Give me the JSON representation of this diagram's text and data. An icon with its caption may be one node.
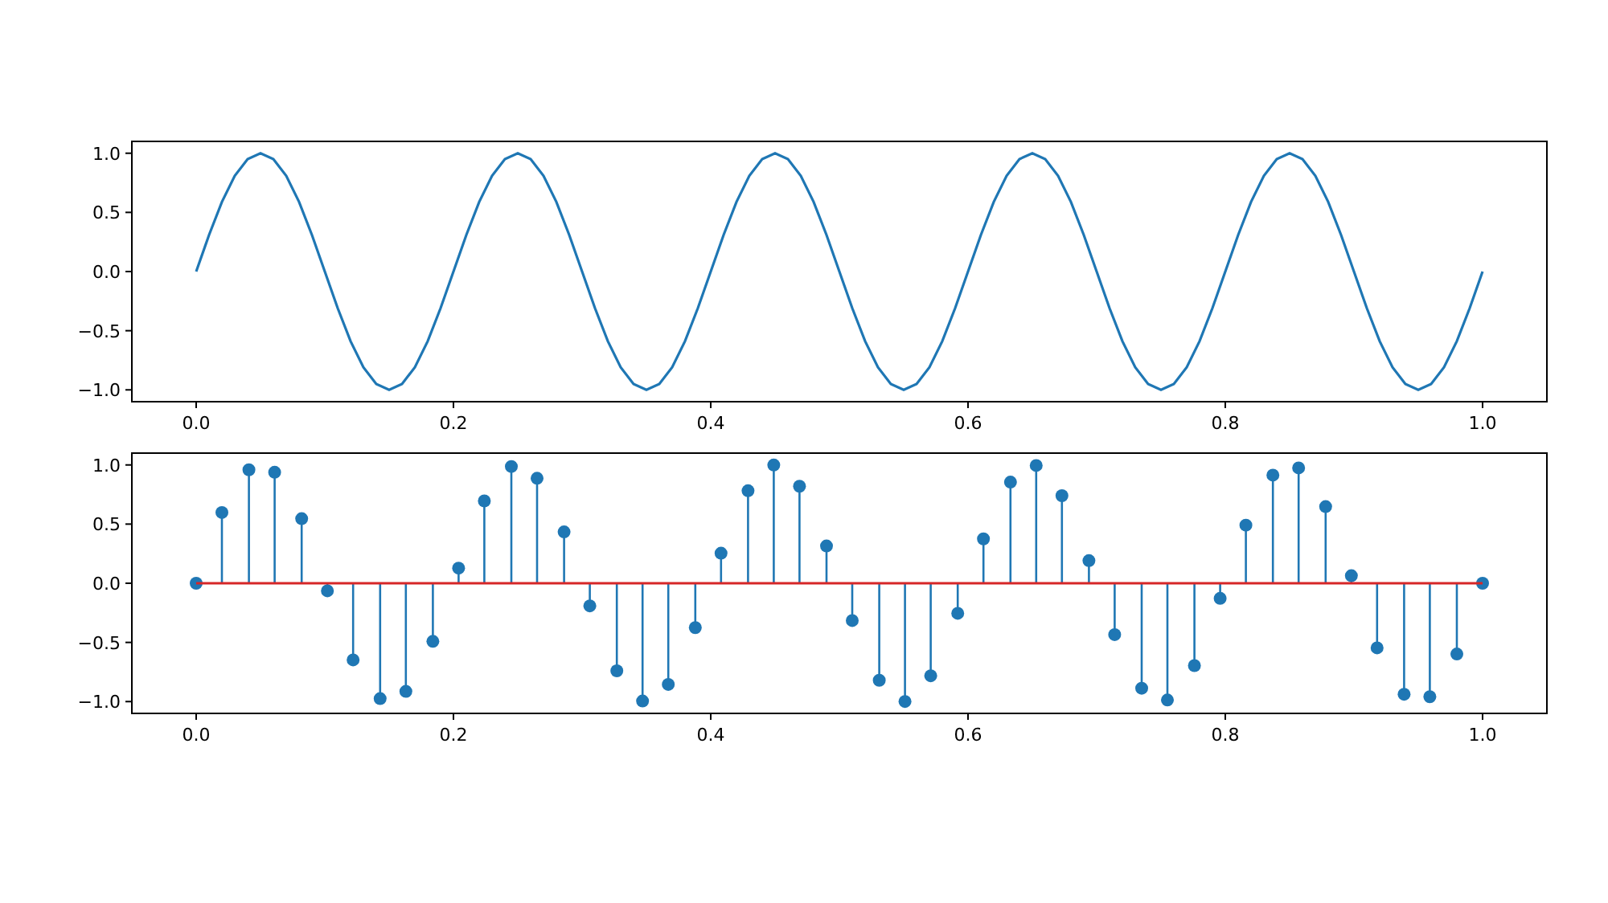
{
  "diagram": {
    "chart_data": [
      {
        "type": "line",
        "x": [
          0,
          0.01,
          0.02,
          0.03,
          0.04,
          0.05,
          0.06,
          0.07,
          0.08,
          0.09,
          0.1,
          0.11,
          0.12,
          0.13,
          0.14,
          0.15,
          0.16,
          0.17,
          0.18,
          0.19,
          0.2,
          0.21,
          0.22,
          0.23,
          0.24,
          0.25,
          0.26,
          0.27,
          0.28,
          0.29,
          0.3,
          0.31,
          0.32,
          0.33,
          0.34,
          0.35,
          0.36,
          0.37,
          0.38,
          0.39,
          0.4,
          0.41,
          0.42,
          0.43,
          0.44,
          0.45,
          0.46,
          0.47,
          0.48,
          0.49,
          0.5,
          0.51,
          0.52,
          0.53,
          0.54,
          0.55,
          0.56,
          0.57,
          0.58,
          0.59,
          0.6,
          0.61,
          0.62,
          0.63,
          0.64,
          0.65,
          0.66,
          0.67,
          0.68,
          0.69,
          0.7,
          0.71,
          0.72,
          0.73,
          0.74,
          0.75,
          0.76,
          0.77,
          0.78,
          0.79,
          0.8,
          0.81,
          0.82,
          0.83,
          0.84,
          0.85,
          0.86,
          0.87,
          0.88,
          0.89,
          0.9,
          0.91,
          0.92,
          0.93,
          0.94,
          0.95,
          0.96,
          0.97,
          0.98,
          0.99,
          1
        ],
        "series": [
          {
            "color": "#1f77b4",
            "values": [
              0,
              0.309,
              0.588,
              0.809,
              0.951,
              1,
              0.951,
              0.809,
              0.588,
              0.309,
              0,
              -0.309,
              -0.588,
              -0.809,
              -0.951,
              -1,
              -0.951,
              -0.809,
              -0.588,
              -0.309,
              0,
              0.309,
              0.588,
              0.809,
              0.951,
              1,
              0.951,
              0.809,
              0.588,
              0.309,
              0,
              -0.309,
              -0.588,
              -0.809,
              -0.951,
              -1,
              -0.951,
              -0.809,
              -0.588,
              -0.309,
              0,
              0.309,
              0.588,
              0.809,
              0.951,
              1,
              0.951,
              0.809,
              0.588,
              0.309,
              0,
              -0.309,
              -0.588,
              -0.809,
              -0.951,
              -1,
              -0.951,
              -0.809,
              -0.588,
              -0.309,
              0,
              0.309,
              0.588,
              0.809,
              0.951,
              1,
              0.951,
              0.809,
              0.588,
              0.309,
              0,
              -0.309,
              -0.588,
              -0.809,
              -0.951,
              -1,
              -0.951,
              -0.809,
              -0.588,
              -0.309,
              0,
              0.309,
              0.588,
              0.809,
              0.951,
              1,
              0.951,
              0.809,
              0.588,
              0.309,
              0,
              -0.309,
              -0.588,
              -0.809,
              -0.951,
              -1,
              -0.951,
              -0.809,
              -0.588,
              -0.309,
              0
            ]
          }
        ],
        "xlim": [
          -0.05,
          1.05
        ],
        "ylim": [
          -1.1,
          1.1
        ],
        "xticks": [
          {
            "value": 0,
            "label": "0.0"
          },
          {
            "value": 0.2,
            "label": "0.2"
          },
          {
            "value": 0.4,
            "label": "0.4"
          },
          {
            "value": 0.6,
            "label": "0.6"
          },
          {
            "value": 0.8,
            "label": "0.8"
          },
          {
            "value": 1,
            "label": "1.0"
          }
        ],
        "yticks": [
          {
            "value": -1,
            "label": "−1.0"
          },
          {
            "value": -0.5,
            "label": "−0.5"
          },
          {
            "value": 0,
            "label": "0.0"
          },
          {
            "value": 0.5,
            "label": "0.5"
          },
          {
            "value": 1,
            "label": "1.0"
          }
        ]
      },
      {
        "type": "scatter",
        "x": [
          0,
          0.02,
          0.041,
          0.061,
          0.082,
          0.102,
          0.122,
          0.143,
          0.163,
          0.184,
          0.204,
          0.224,
          0.245,
          0.265,
          0.286,
          0.306,
          0.327,
          0.347,
          0.367,
          0.388,
          0.408,
          0.429,
          0.449,
          0.469,
          0.49,
          0.51,
          0.531,
          0.551,
          0.571,
          0.592,
          0.612,
          0.633,
          0.653,
          0.673,
          0.694,
          0.714,
          0.735,
          0.755,
          0.776,
          0.796,
          0.816,
          0.837,
          0.857,
          0.878,
          0.898,
          0.918,
          0.939,
          0.959,
          0.98,
          1
        ],
        "series": [
          {
            "color": "#1f77b4",
            "values": [
              0,
              0.598,
              0.959,
              0.938,
              0.546,
              -0.064,
              -0.648,
              -0.975,
              -0.914,
              -0.491,
              0.128,
              0.696,
              0.987,
              0.887,
              0.434,
              -0.191,
              -0.74,
              -0.995,
              -0.855,
              -0.375,
              0.254,
              0.782,
              0.999,
              0.82,
              0.315,
              -0.315,
              -0.82,
              -0.999,
              -0.782,
              -0.254,
              0.375,
              0.855,
              0.995,
              0.74,
              0.191,
              -0.434,
              -0.887,
              -0.987,
              -0.696,
              -0.128,
              0.491,
              0.914,
              0.975,
              0.648,
              0.064,
              -0.546,
              -0.938,
              -0.959,
              -0.598,
              0
            ]
          }
        ],
        "ref_lines": [
          {
            "axis": "y",
            "value": 0,
            "color": "#d62728"
          }
        ],
        "xlim": [
          -0.05,
          1.05
        ],
        "ylim": [
          -1.1,
          1.1
        ],
        "xticks": [
          {
            "value": 0,
            "label": "0.0"
          },
          {
            "value": 0.2,
            "label": "0.2"
          },
          {
            "value": 0.4,
            "label": "0.4"
          },
          {
            "value": 0.6,
            "label": "0.6"
          },
          {
            "value": 0.8,
            "label": "0.8"
          },
          {
            "value": 1,
            "label": "1.0"
          }
        ],
        "yticks": [
          {
            "value": -1,
            "label": "−1.0"
          },
          {
            "value": -0.5,
            "label": "−0.5"
          },
          {
            "value": 0,
            "label": "0.0"
          },
          {
            "value": 0.5,
            "label": "0.5"
          },
          {
            "value": 1,
            "label": "1.0"
          }
        ]
      }
    ]
  }
}
